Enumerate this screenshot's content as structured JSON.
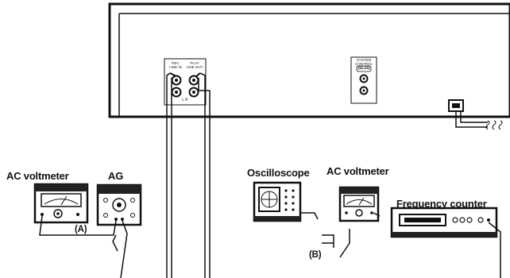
{
  "unit_back_panel": {
    "rec_line_in": "REC\nLINE IN",
    "play_line_out": "PLAY\nLINE OUT",
    "channel_marks": "L  R",
    "system_control": "SYSTEM\nCONTROL",
    "system_control_badge": "(SL16)"
  },
  "devices": {
    "ac_voltmeter_left": "AC voltmeter",
    "ag": "AG",
    "oscilloscope": "Oscilloscope",
    "ac_voltmeter_right": "AC voltmeter",
    "frequency_counter": "Frequency counter"
  },
  "connections": {
    "label_a": "(A)",
    "label_b": "(B)"
  }
}
